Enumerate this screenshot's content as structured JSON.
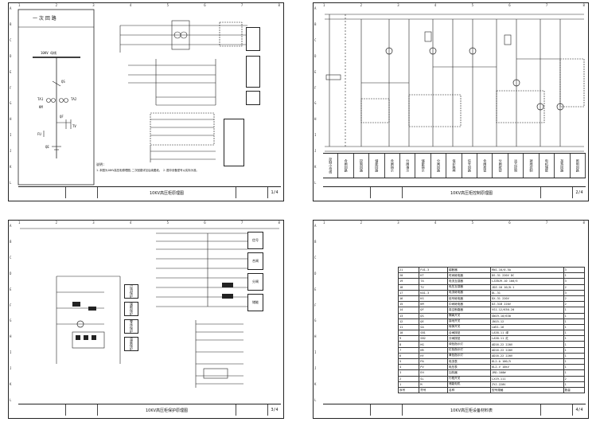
{
  "sheets": [
    {
      "id": "sheet-1",
      "title_block": {
        "title": "10KV高压柜原理图",
        "sheet_no": "1/4"
      },
      "heading": "一 次 回 路",
      "bus_label": "10KV 母线",
      "labels": [
        "QS",
        "TA1",
        "TA2",
        "KM",
        "QF",
        "TV",
        "FU",
        "QE"
      ],
      "note_title": "说明:",
      "note_text": "1.本图为10KV高压柜原理图,二次回路详见后续图纸。 2.图中设备型号以实际为准。"
    },
    {
      "id": "sheet-2",
      "title_block": {
        "title": "10KV高压柜控制原理图",
        "sheet_no": "2/4"
      },
      "function_cells": [
        "控制小母线",
        "合闸回路",
        "控制回路",
        "储能回路",
        "合闸指示",
        "分闸指示",
        "储能指示",
        "分闸回路",
        "保护跳闸",
        "信号回路",
        "合闸按钮",
        "分闸按钮",
        "远方控制",
        "就地控制",
        "电机储能",
        "加热回路",
        "照明回路"
      ]
    },
    {
      "id": "sheet-3",
      "title_block": {
        "title": "10KV高压柜保护原理图",
        "sheet_no": "3/4"
      },
      "side_boxes": [
        "过流保护",
        "速断保护",
        "零序保护",
        "温度保护",
        "信号",
        "合闸",
        "分闸",
        "储能"
      ]
    },
    {
      "id": "sheet-4",
      "title_block": {
        "title": "10KV高压柜设备材料表",
        "sheet_no": "4/4"
      },
      "bom_header": [
        "序号",
        "符号",
        "名称",
        "型号规格",
        "数量"
      ],
      "bom_rows": [
        [
          "21",
          "FU1-3",
          "熔断器",
          "RN1-10/0.5A",
          "3"
        ],
        [
          "20",
          "KT",
          "时间继电器",
          "DS-31 220V DC",
          "1"
        ],
        [
          "19",
          "TA",
          "电流互感器",
          "LZZBJ9-10 100/5",
          "3"
        ],
        [
          "18",
          "TV",
          "电压互感器",
          "JDZ-10 10/0.1",
          "2"
        ],
        [
          "17",
          "KA1-3",
          "电流继电器",
          "DL-31",
          "3"
        ],
        [
          "16",
          "KS",
          "信号继电器",
          "DX-31 220V",
          "2"
        ],
        [
          "15",
          "KM",
          "中间继电器",
          "DZ-31B 220V",
          "2"
        ],
        [
          "14",
          "QF",
          "真空断路器",
          "VS1-12/630-20",
          "1"
        ],
        [
          "13",
          "QS",
          "隔离开关",
          "GN19-10/630",
          "1"
        ],
        [
          "12",
          "QE",
          "接地开关",
          "JN15-12",
          "1"
        ],
        [
          "11",
          "SA",
          "转换开关",
          "LW21-16",
          "1"
        ],
        [
          "10",
          "SB1",
          "合闸按钮",
          "LA38-11 绿",
          "1"
        ],
        [
          "9",
          "SB2",
          "分闸按钮",
          "LA38-11 红",
          "1"
        ],
        [
          "8",
          "HG",
          "绿色指示灯",
          "AD16-22 220V",
          "1"
        ],
        [
          "7",
          "HR",
          "红色指示灯",
          "AD16-22 220V",
          "1"
        ],
        [
          "6",
          "HY",
          "黄色指示灯",
          "AD16-22 220V",
          "1"
        ],
        [
          "5",
          "PA",
          "电流表",
          "6L2-A 100/5",
          "1"
        ],
        [
          "4",
          "PV",
          "电压表",
          "6L2-V 10kV",
          "1"
        ],
        [
          "3",
          "EH",
          "加热器",
          "JRD-100W",
          "1"
        ],
        [
          "2",
          "SL",
          "行程开关",
          "LX19-111",
          "2"
        ],
        [
          "1",
          "M",
          "储能电机",
          "ZYJ-220V",
          "1"
        ]
      ],
      "bom_footer": [
        "序号",
        "符号",
        "名称",
        "型号规格",
        "数量"
      ]
    }
  ]
}
